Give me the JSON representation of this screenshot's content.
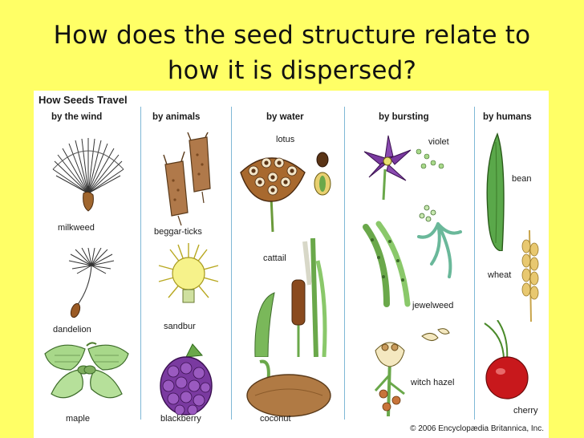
{
  "slide": {
    "title_line1": "How does the seed structure relate to",
    "title_line2": "how it is dispersed?"
  },
  "poster": {
    "heading": "How Seeds Travel",
    "columns": [
      {
        "heading": "by the wind",
        "items": [
          "milkweed",
          "dandelion",
          "maple"
        ]
      },
      {
        "heading": "by animals",
        "items": [
          "beggar-ticks",
          "sandbur",
          "blackberry"
        ]
      },
      {
        "heading": "by water",
        "items": [
          "lotus",
          "cattail",
          "coconut"
        ]
      },
      {
        "heading": "by bursting",
        "items": [
          "violet",
          "jewelweed",
          "witch hazel"
        ]
      },
      {
        "heading": "by humans",
        "items": [
          "bean",
          "wheat",
          "cherry"
        ]
      }
    ],
    "copyright": "© 2006 Encyclopædia Britannica, Inc."
  }
}
